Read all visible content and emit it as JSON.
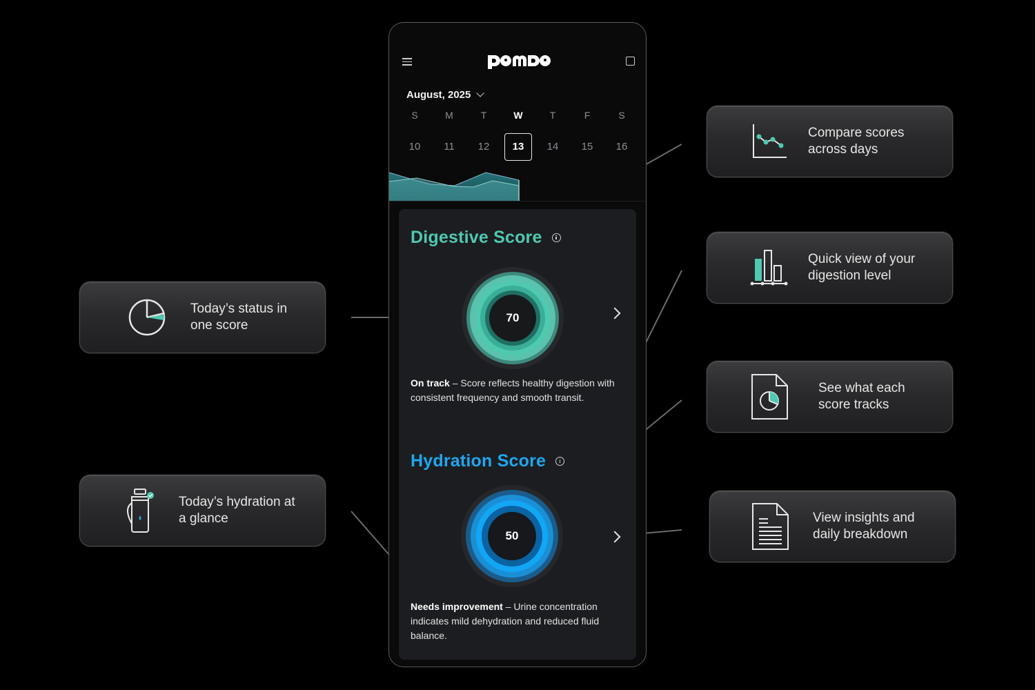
{
  "app": {
    "logo_text": "pomdo",
    "month": "August, 2025",
    "weekdays": [
      "S",
      "M",
      "T",
      "W",
      "T",
      "F",
      "S"
    ],
    "dates": [
      "10",
      "11",
      "12",
      "13",
      "14",
      "15",
      "16"
    ],
    "selected_index": 3
  },
  "digestive": {
    "title": "Digestive Score",
    "score": "70",
    "status": "On track",
    "description": " – Score reflects healthy digestion with consistent frequency and smooth transit.",
    "color": "#4fc9b0"
  },
  "hydration": {
    "title": "Hydration Score",
    "score": "50",
    "status": "Needs improvement",
    "description": " – Urine concentration indicates mild dehydration and reduced fluid balance.",
    "color": "#1ea7f0"
  },
  "callouts": {
    "status_one_score": "Today’s status in one score",
    "hydration_glance": "Today’s hydration at a glance",
    "compare_scores": "Compare scores across days",
    "quick_view": "Quick view of your digestion level",
    "score_tracks": "See what each score tracks",
    "insights": "View insights and daily breakdown"
  },
  "colors": {
    "background": "#000000",
    "card": "#1c1d20",
    "accent_teal": "#4fc9b0",
    "accent_blue": "#1ea7f0"
  },
  "icons": [
    "menu-icon",
    "square-icon",
    "chevron-down-icon",
    "info-icon",
    "chevron-right-icon",
    "pie-chart-icon",
    "water-bottle-icon",
    "line-chart-icon",
    "bar-chart-icon",
    "document-chart-icon",
    "document-text-icon"
  ]
}
